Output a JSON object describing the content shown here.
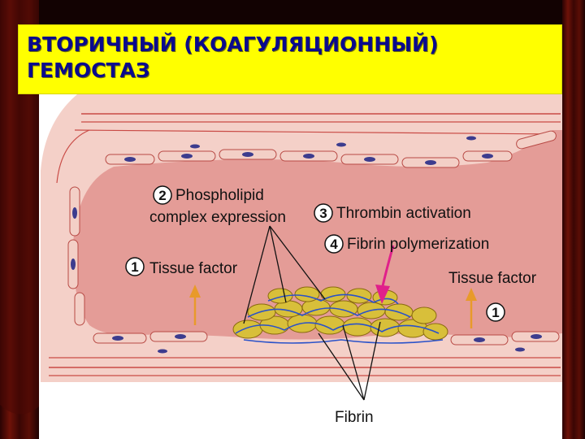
{
  "slide": {
    "title_line1": "ВТОРИЧНЫЙ (КОАГУЛЯЦИОННЫЙ)",
    "title_line2": "ГЕМОСТАЗ"
  },
  "diagram": {
    "labels": {
      "phospholipid_line1": "Phospholipid",
      "phospholipid_line2": "complex expression",
      "thrombin": "Thrombin activation",
      "fibrin_polymerization": "Fibrin polymerization",
      "tissue_factor_left": "Tissue factor",
      "tissue_factor_right": "Tissue factor",
      "fibrin": "Fibrin"
    },
    "step_numbers": {
      "phospholipid": "2",
      "thrombin": "3",
      "fibrin_polymerization": "4",
      "tissue_factor_left": "1",
      "tissue_factor_right": "1"
    }
  },
  "colors": {
    "title_bg": "#ffff00",
    "title_text": "#0a0a8c",
    "lumen": "#e9a7a3",
    "vessel_wall": "#f6d7cf",
    "nucleus": "#3c3c8e",
    "platelet": "#d8bf3a",
    "fibrin": "#2a52c9",
    "arrow_pink": "#e0208a",
    "arrow_orange": "#e89a2a"
  }
}
